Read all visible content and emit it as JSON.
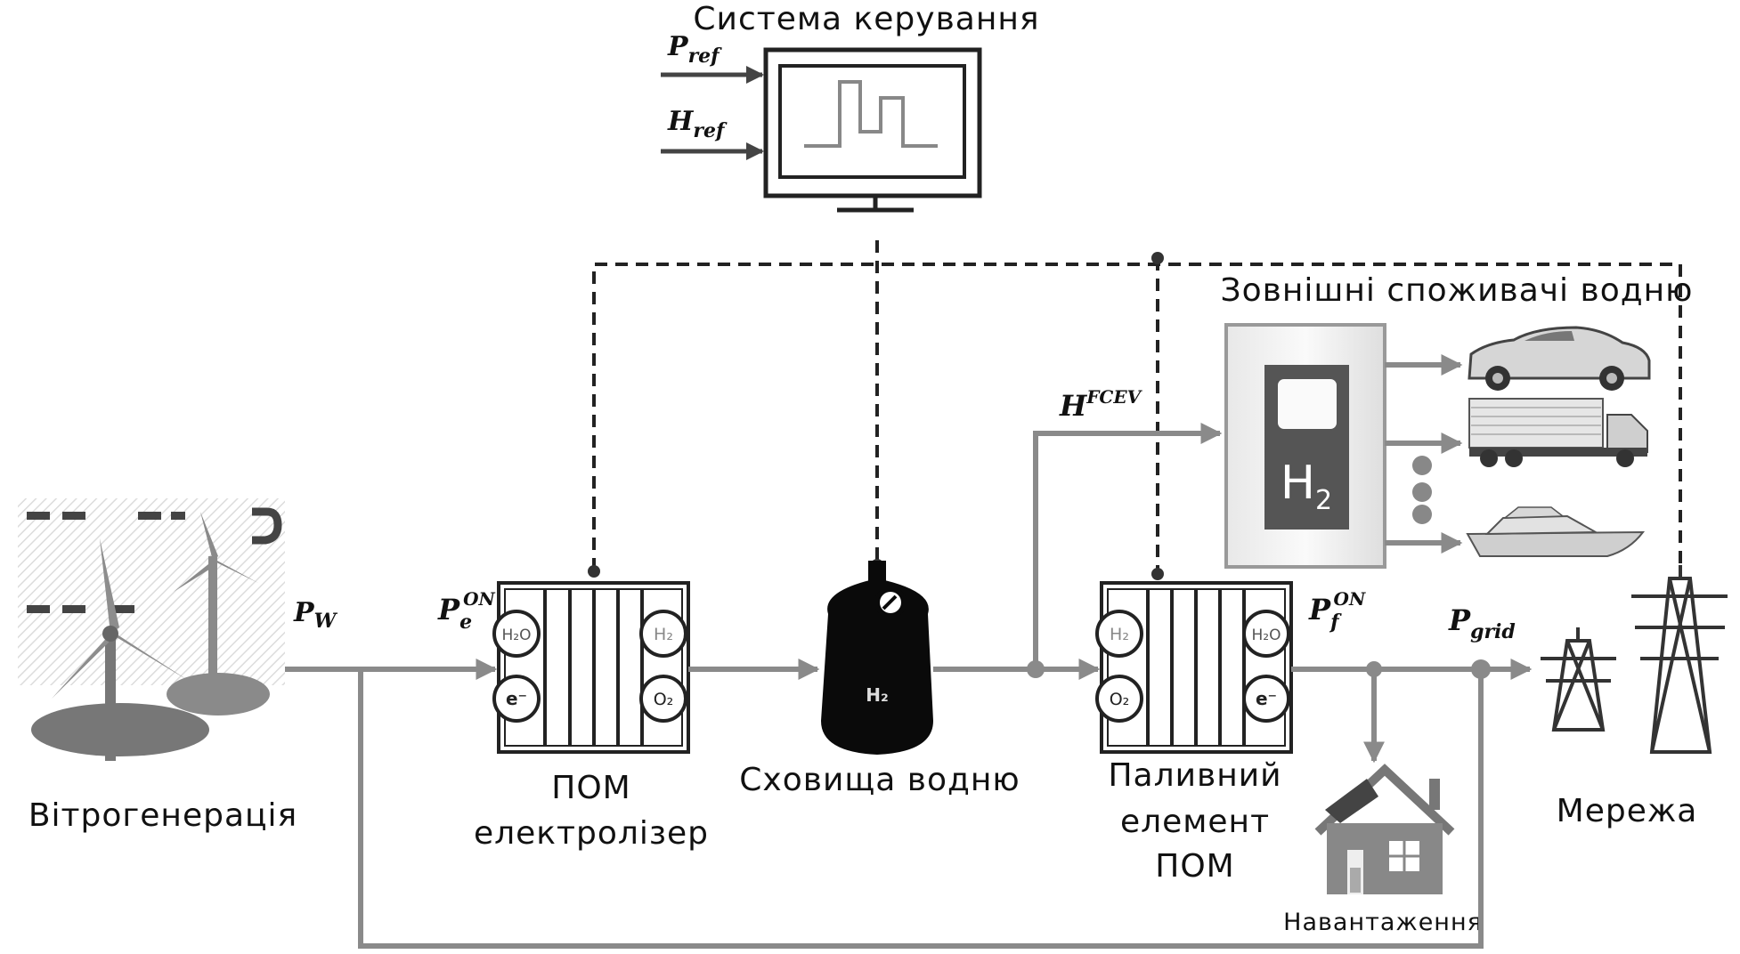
{
  "diagram": {
    "control_system": {
      "title": "Система керування",
      "input_1": {
        "base": "P",
        "sub": "ref"
      },
      "input_2": {
        "base": "H",
        "sub": "ref"
      }
    },
    "external_consumers": {
      "title": "Зовнішні споживачі водню",
      "h2_label": "H",
      "h2_sub": "2"
    },
    "wind": {
      "label": "Вітрогенерація",
      "power": {
        "base": "P",
        "sub": "W"
      }
    },
    "electrolyzer": {
      "label_line1": "ПОМ",
      "label_line2": "електролізер",
      "power": {
        "base": "P",
        "sub": "e",
        "sup": "ON"
      },
      "cells": [
        "H₂O",
        "e⁻",
        "H₂",
        "O₂"
      ]
    },
    "storage": {
      "label": "Сховища водню",
      "tank_text": "H₂"
    },
    "fuel_cell": {
      "label_line1": "Паливний",
      "label_line2": "елемент",
      "label_line3": "ПОМ",
      "power": {
        "base": "P",
        "sub": "f",
        "sup": "ON"
      },
      "cells": [
        "H₂",
        "O₂",
        "H₂O",
        "e⁻"
      ]
    },
    "fcev": {
      "base": "H",
      "sup": "FCEV"
    },
    "grid": {
      "label": "Мережа",
      "power": {
        "base": "P",
        "sub": "grid"
      }
    },
    "load": {
      "label": "Навантаження"
    }
  }
}
